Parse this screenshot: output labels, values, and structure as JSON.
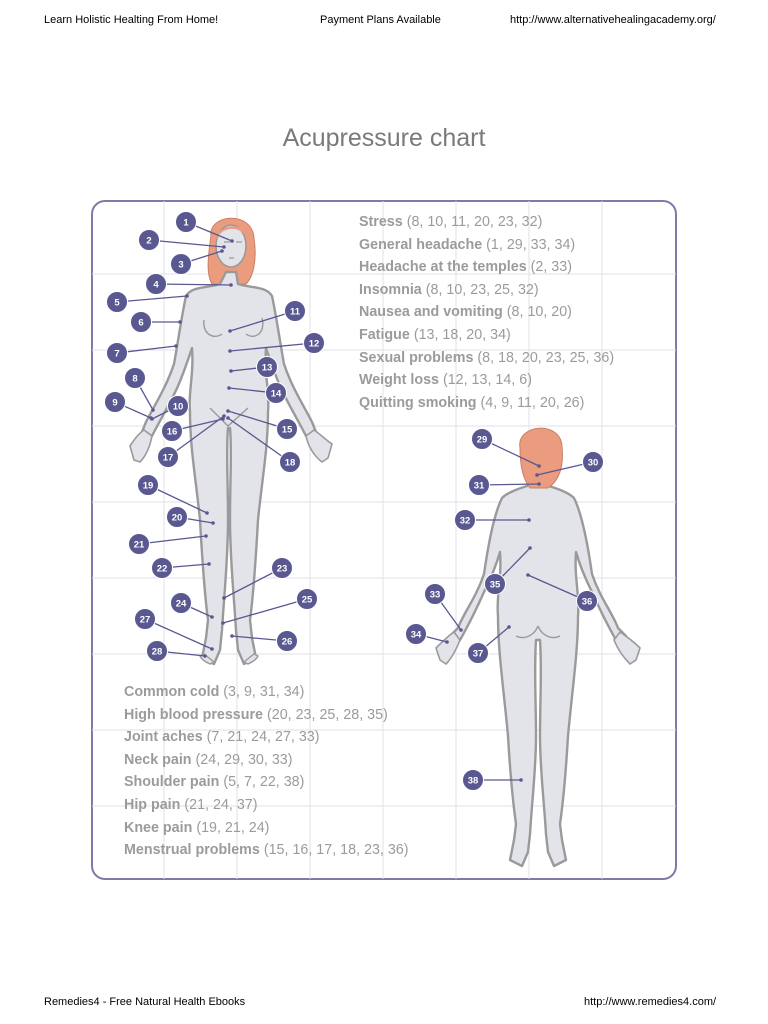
{
  "header": {
    "left": "Learn Holistic Healting From Home!",
    "center": "Payment Plans Available",
    "right": "http://www.alternativehealingacademy.org/"
  },
  "title": "Acupressure chart",
  "conditions_top": [
    {
      "name": "Stress",
      "points": "(8, 10, 11, 20, 23, 32)"
    },
    {
      "name": "General headache",
      "points": "(1, 29, 33, 34)"
    },
    {
      "name": "Headache at the temples",
      "points": "(2, 33)"
    },
    {
      "name": "Insomnia",
      "points": "(8, 10, 23, 25, 32)"
    },
    {
      "name": "Nausea and vomiting",
      "points": "(8, 10, 20)"
    },
    {
      "name": "Fatigue",
      "points": "(13, 18, 20, 34)"
    },
    {
      "name": "Sexual problems",
      "points": "(8, 18, 20, 23, 25, 36)"
    },
    {
      "name": "Weight loss",
      "points": "(12, 13, 14, 6)"
    },
    {
      "name": "Quitting smoking",
      "points": "(4, 9, 11, 20, 26)"
    }
  ],
  "conditions_bottom": [
    {
      "name": "Common cold",
      "points": "(3, 9, 31, 34)"
    },
    {
      "name": "High blood pressure",
      "points": "(20, 23, 25, 28, 35)"
    },
    {
      "name": "Joint aches",
      "points": "(7, 21, 24, 27, 33)"
    },
    {
      "name": "Neck pain",
      "points": "(24, 29, 30, 33)"
    },
    {
      "name": "Shoulder pain",
      "points": "(5, 7, 22, 38)"
    },
    {
      "name": "Hip pain",
      "points": "(21, 24, 37)"
    },
    {
      "name": "Knee pain",
      "points": "(19, 21, 24)"
    },
    {
      "name": "Menstrual problems",
      "points": "(15, 16, 17, 18, 23, 36)"
    }
  ],
  "point_labels": [
    "1",
    "2",
    "3",
    "4",
    "5",
    "6",
    "7",
    "8",
    "9",
    "10",
    "11",
    "12",
    "13",
    "14",
    "15",
    "16",
    "17",
    "18",
    "19",
    "20",
    "21",
    "22",
    "23",
    "24",
    "25",
    "26",
    "27",
    "28",
    "29",
    "30",
    "31",
    "32",
    "33",
    "34",
    "35",
    "36",
    "37",
    "38"
  ],
  "colors": {
    "marker": "#5a5891",
    "panel_border": "#7d7aa8",
    "body_fill": "#e3e3ea",
    "body_stroke": "#9a9a9a",
    "hair": "#ec9c7e",
    "grid": "#e2e2ea",
    "text_gray": "#9b9b9b",
    "title_gray": "#7a7a7a"
  },
  "footer": {
    "left": "Remedies4 - Free Natural Health Ebooks",
    "right": "http://www.remedies4.com/"
  }
}
